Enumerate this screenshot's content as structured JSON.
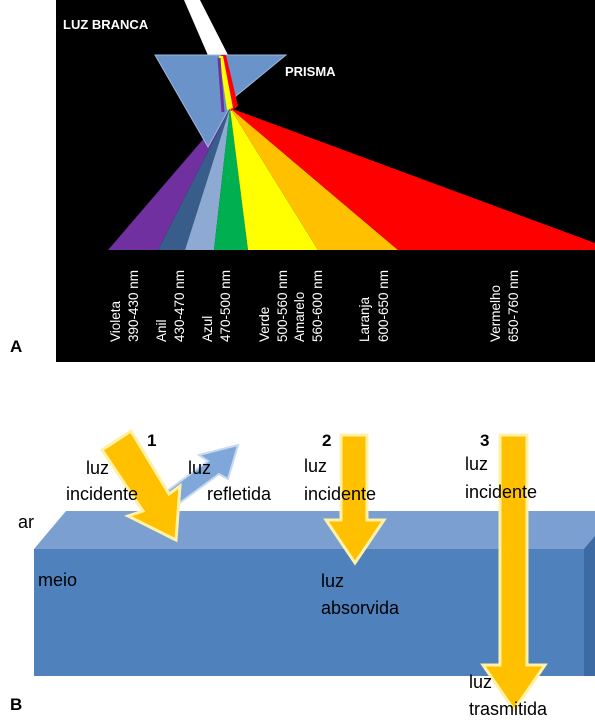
{
  "panel_a": {
    "letter": "A",
    "white_light_label": "LUZ BRANCA",
    "prism_label": "PRISMA",
    "colors": {
      "background": "#000000",
      "beam": "#ffffff",
      "prism": "#6a93c9",
      "violet": "#7030a0",
      "indigo": "#385d8a",
      "blue": "#8eaad2",
      "green": "#00b050",
      "yellow": "#ffff00",
      "orange": "#ffc000",
      "red": "#ff0000"
    },
    "spectrum": [
      {
        "name": "Violeta",
        "range": "390-430 nm"
      },
      {
        "name": "Anil",
        "range": "430-470 nm"
      },
      {
        "name": "Azul",
        "range": "470-500 nm"
      },
      {
        "name": "Verde",
        "range": "500-560 nm"
      },
      {
        "name": "Amarelo",
        "range": "560-600 nm"
      },
      {
        "name": "Laranja",
        "range": "600-650 nm"
      },
      {
        "name": "Vermelho",
        "range": "650-760 nm"
      }
    ]
  },
  "panel_b": {
    "letter": "B",
    "colors": {
      "medium_top": "#7a9fd0",
      "medium_front": "#4f81bd",
      "medium_side": "#3d6aa3",
      "arrow_fill": "#ffc000",
      "arrow_edge": "#fff2a8",
      "reflected_arrow": "#7fa7d9"
    },
    "air_label": "ar",
    "medium_label": "meio",
    "case1": {
      "number": "1",
      "incident": [
        "luz",
        "incidente"
      ],
      "reflected": [
        "luz",
        "refletida"
      ]
    },
    "case2": {
      "number": "2",
      "incident": [
        "luz",
        "incidente"
      ],
      "absorbed": [
        "luz",
        "absorvida"
      ]
    },
    "case3": {
      "number": "3",
      "incident": [
        "luz",
        "incidente"
      ],
      "transmitted": [
        "luz",
        "trasmitida"
      ]
    }
  }
}
